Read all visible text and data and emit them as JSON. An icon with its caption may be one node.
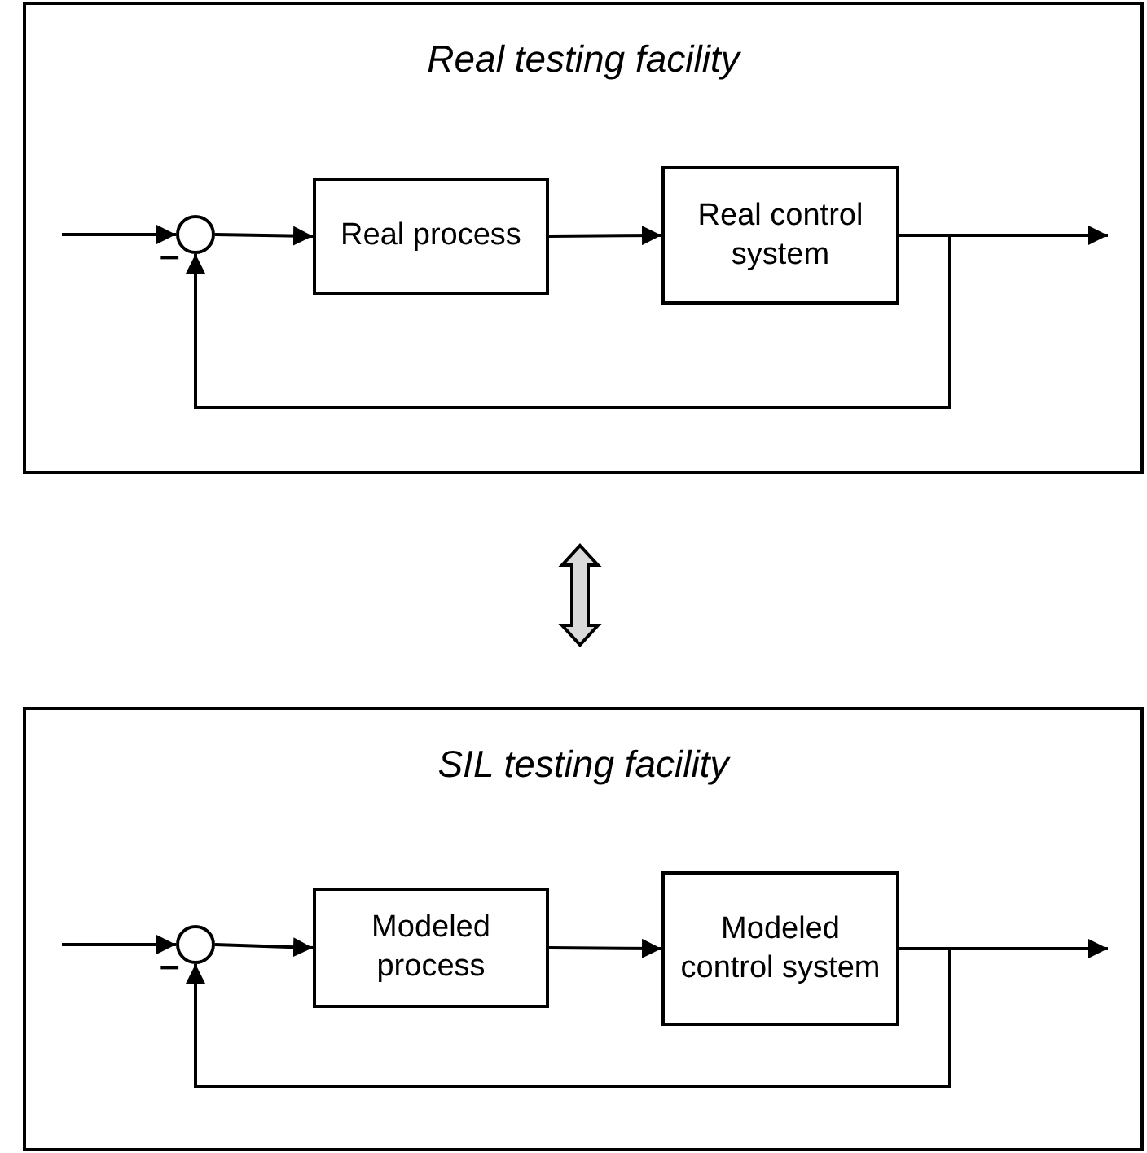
{
  "diagram": {
    "nodes": [
      {
        "text": [
          "Real testing facility"
        ]
      },
      {
        "text": [],
        "shape": "circle",
        "in": 0
      },
      {
        "text": [
          "Real process"
        ],
        "in": 0
      },
      {
        "text": [
          "Real control system"
        ],
        "in": 0
      },
      {
        "text": [
          "SIL testing facility"
        ]
      },
      {
        "text": [],
        "shape": "circle",
        "in": 4
      },
      {
        "text": [
          "Modeled process"
        ],
        "in": 4
      },
      {
        "text": [
          "Modeled control system"
        ],
        "in": 4
      }
    ],
    "edges": [
      {
        "from": null,
        "to": 1,
        "arrow": "to"
      },
      {
        "from": 1,
        "to": 2,
        "arrow": "to"
      },
      {
        "from": 2,
        "to": 3,
        "arrow": "to"
      },
      {
        "from": 3,
        "to": null,
        "arrow": "to"
      },
      {
        "from": 3,
        "to": 1,
        "arrow": "to"
      },
      {
        "from": 0,
        "to": 4,
        "arrow": "both"
      },
      {
        "from": null,
        "to": 5,
        "arrow": "to"
      },
      {
        "from": 5,
        "to": 6,
        "arrow": "to"
      },
      {
        "from": 6,
        "to": 7,
        "arrow": "to"
      },
      {
        "from": 7,
        "to": null,
        "arrow": "to"
      },
      {
        "from": 7,
        "to": 5,
        "arrow": "to"
      }
    ],
    "labels": [
      "–",
      "–"
    ]
  }
}
